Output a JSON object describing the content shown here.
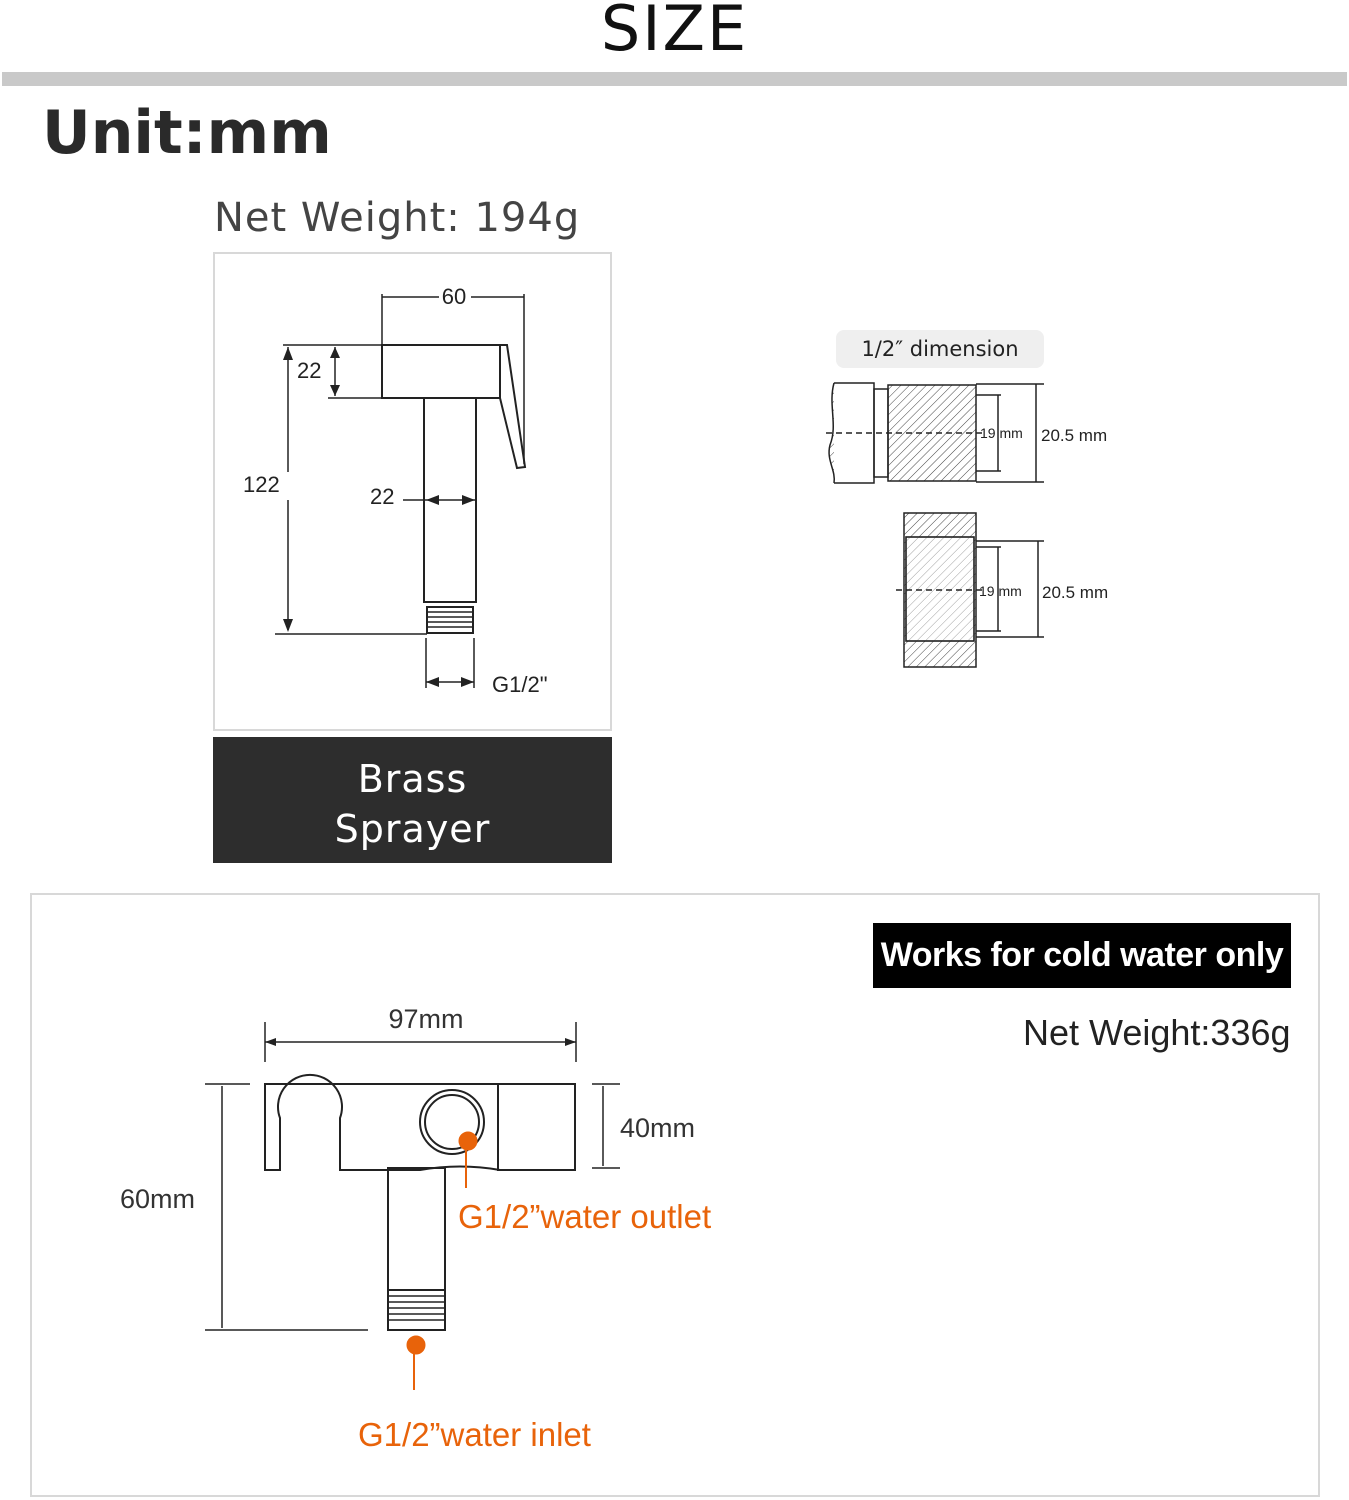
{
  "header": {
    "title": "SIZE",
    "unit": "Unit:mm"
  },
  "sprayer": {
    "net_weight": "Net Weight: 194g",
    "name_line1": "Brass",
    "name_line2": "Sprayer",
    "dims": {
      "width": "60",
      "head": "22",
      "height": "122",
      "stem": "22",
      "thread": "G1/2\""
    }
  },
  "thread": {
    "label": "1/2″  dimension",
    "male": {
      "inner": "19 mm",
      "outer": "20.5 mm"
    },
    "female": {
      "inner": "19 mm",
      "outer": "20.5 mm"
    }
  },
  "holder": {
    "note": "Works for cold water only",
    "net_weight": "Net Weight:336g",
    "dims": {
      "width": "97mm",
      "height": "60mm",
      "depth": "40mm"
    },
    "outlet": "G1/2”water outlet",
    "inlet": "G1/2”water inlet",
    "accent_color": "#e8630a"
  }
}
